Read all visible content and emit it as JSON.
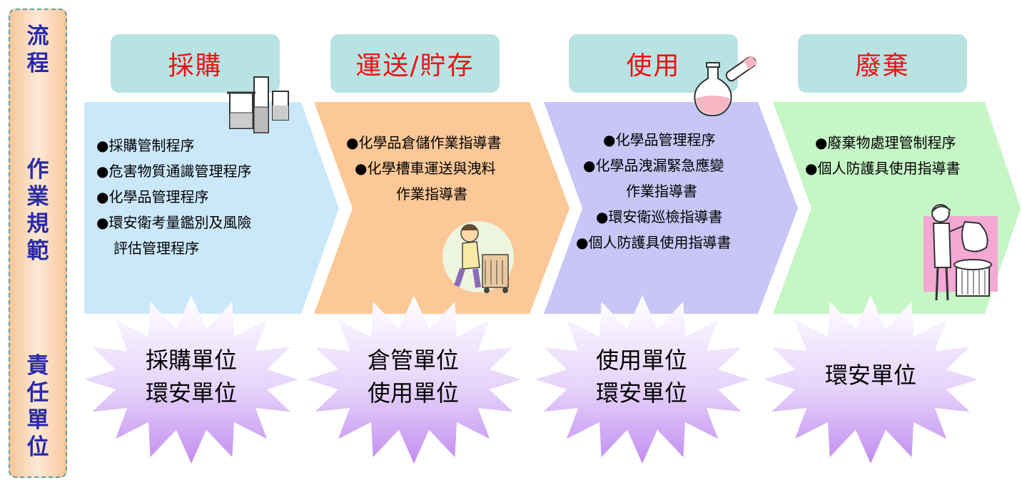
{
  "side": {
    "flow_label": "流\n程",
    "norms_label": "作\n業\n規\n範",
    "resp_label": "責\n任\n單\n位"
  },
  "stages": [
    {
      "title": "採購",
      "items": [
        "●採購管制程序",
        "●危害物質通識管理程序",
        "●化學品管理程序",
        "●環安衛考量鑑別及風險",
        "評估管理程序"
      ],
      "unit_lines": [
        "採購單位",
        "環安單位"
      ]
    },
    {
      "title": "運送/貯存",
      "items": [
        "●化學品倉儲作業指導書",
        "●化學槽車運送與洩料",
        "作業指導書"
      ],
      "unit_lines": [
        "倉管單位",
        "使用單位"
      ]
    },
    {
      "title": "使用",
      "items": [
        "●化學品管理程序",
        "●化學品洩漏緊急應變",
        "作業指導書",
        "●環安衛巡檢指導書",
        "●個人防護具使用指導書"
      ],
      "unit_lines": [
        "使用單位",
        "環安單位"
      ]
    },
    {
      "title": "廢棄",
      "items": [
        "●廢棄物處理管制程序",
        "●個人防護具使用指導書"
      ],
      "unit_lines": [
        "環安單位"
      ]
    }
  ],
  "colors": {
    "arrow_1": "#cbe8fb",
    "arrow_2": "#fcc897",
    "arrow_3": "#c8c6f6",
    "arrow_4": "#c6f6c6",
    "tab": "#b9e2e2",
    "title_red": "#ee1111",
    "side_text": "#2a2aa8"
  },
  "icons": [
    "beakers-icon",
    "hand-truck-worker-icon",
    "flask-test-tube-icon",
    "trash-disposal-person-icon"
  ]
}
